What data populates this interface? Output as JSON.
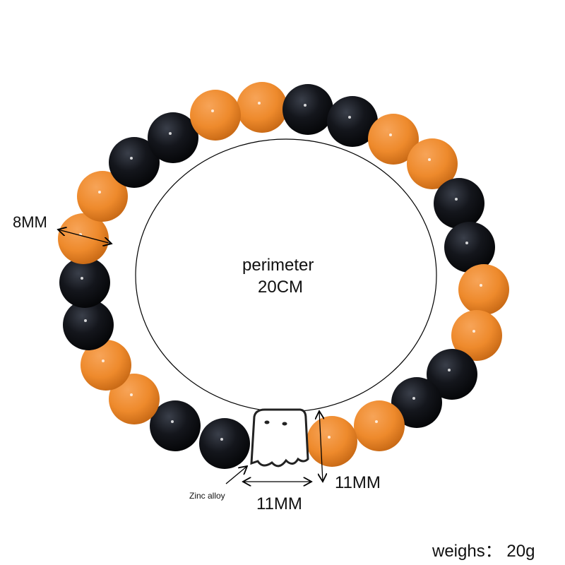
{
  "labels": {
    "bead_size": "8MM",
    "perimeter_title": "perimeter",
    "perimeter_value": "20CM",
    "charm_material": "Zinc alloy",
    "charm_width": "11MM",
    "charm_height": "11MM",
    "weight": "weighs： 20g"
  },
  "colors": {
    "orange": "#ee8a2c",
    "black": "#14161c",
    "charm": "#ffffff",
    "outline": "#222222"
  },
  "beads": [
    "orange",
    "black",
    "black",
    "orange",
    "orange",
    "black",
    "black",
    "orange",
    "orange",
    "black",
    "black",
    "orange",
    "orange",
    "black",
    "black",
    "orange",
    "orange",
    "black",
    "black",
    "orange",
    "orange",
    "black",
    "black",
    "orange"
  ]
}
